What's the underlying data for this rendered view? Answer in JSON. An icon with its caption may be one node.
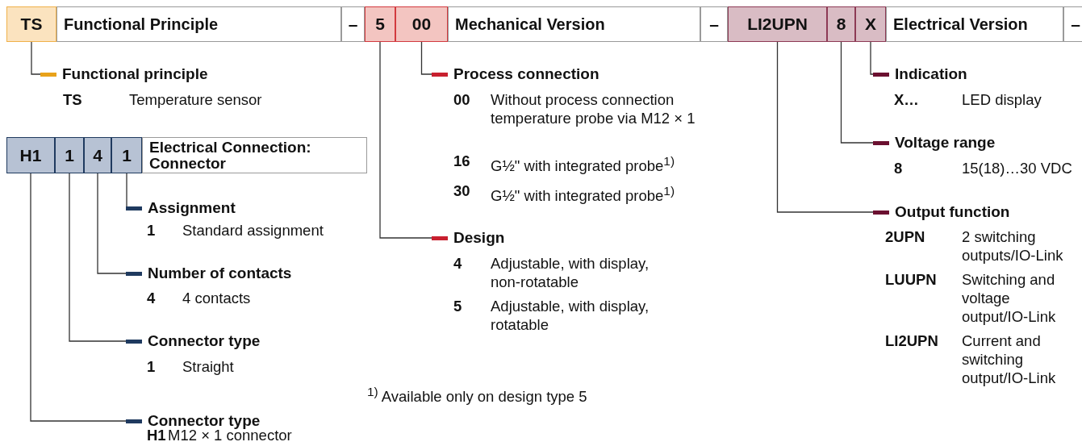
{
  "diagram": {
    "nodes": [
      {
        "text": [
          "TS"
        ]
      },
      {
        "text": [
          "Functional Principle"
        ]
      },
      {
        "text": [
          "–"
        ]
      },
      {
        "text": [
          "5"
        ]
      },
      {
        "text": [
          "00"
        ]
      },
      {
        "text": [
          "Mechanical Version"
        ]
      },
      {
        "text": [
          "–"
        ]
      },
      {
        "text": [
          "LI2UPN"
        ]
      },
      {
        "text": [
          "8"
        ]
      },
      {
        "text": [
          "X"
        ]
      },
      {
        "text": [
          "Electrical Version"
        ]
      },
      {
        "text": [
          "–"
        ]
      },
      {
        "text": [
          "Functional principle"
        ]
      },
      {
        "text": [
          "H1"
        ]
      },
      {
        "text": [
          "1"
        ]
      },
      {
        "text": [
          "4"
        ]
      },
      {
        "text": [
          "1"
        ]
      },
      {
        "text": [
          "Electrical Connection: Connector"
        ]
      },
      {
        "text": [
          "Assignment"
        ]
      },
      {
        "text": [
          "Number of contacts"
        ]
      },
      {
        "text": [
          "Connector type"
        ]
      },
      {
        "text": [
          "Connector type"
        ]
      },
      {
        "text": [
          "Process connection"
        ]
      },
      {
        "text": [
          "Design"
        ]
      },
      {
        "text": [
          "Indication"
        ]
      },
      {
        "text": [
          "Voltage range"
        ]
      },
      {
        "text": [
          "Output function"
        ]
      }
    ],
    "edges": [
      {
        "from": 0,
        "to": 12,
        "arrow": "none"
      },
      {
        "from": 16,
        "to": 18,
        "arrow": "none"
      },
      {
        "from": 15,
        "to": 19,
        "arrow": "none"
      },
      {
        "from": 14,
        "to": 20,
        "arrow": "none"
      },
      {
        "from": 13,
        "to": 21,
        "arrow": "none"
      },
      {
        "from": 4,
        "to": 22,
        "arrow": "none"
      },
      {
        "from": 3,
        "to": 23,
        "arrow": "none"
      },
      {
        "from": 9,
        "to": 24,
        "arrow": "none"
      },
      {
        "from": 8,
        "to": 25,
        "arrow": "none"
      },
      {
        "from": 7,
        "to": 26,
        "arrow": "none"
      }
    ],
    "labels": [
      "TS",
      "Temperature sensor",
      "1",
      "Standard assignment",
      "4",
      "4 contacts",
      "1",
      "Straight",
      "H1",
      "M12 × 1 connector",
      "00",
      "Without process connection temperature probe via M12 × 1",
      "16",
      "G½\" with integrated probe$^{1)}$",
      "30",
      "G½\" with integrated probe$^{1)}$",
      "4",
      "Adjustable, with display, non-rotatable",
      "5",
      "Adjustable, with display, rotatable",
      "$^{1)}$ Available only on design type 5",
      "X…",
      "LED display",
      "8",
      "15(18)…30 VDC",
      "2UPN",
      "2 switching outputs/IO-Link",
      "LUUPN",
      "Switching and voltage output/IO-Link",
      "LI2UPN",
      "Current and switching output/IO-Link"
    ]
  }
}
